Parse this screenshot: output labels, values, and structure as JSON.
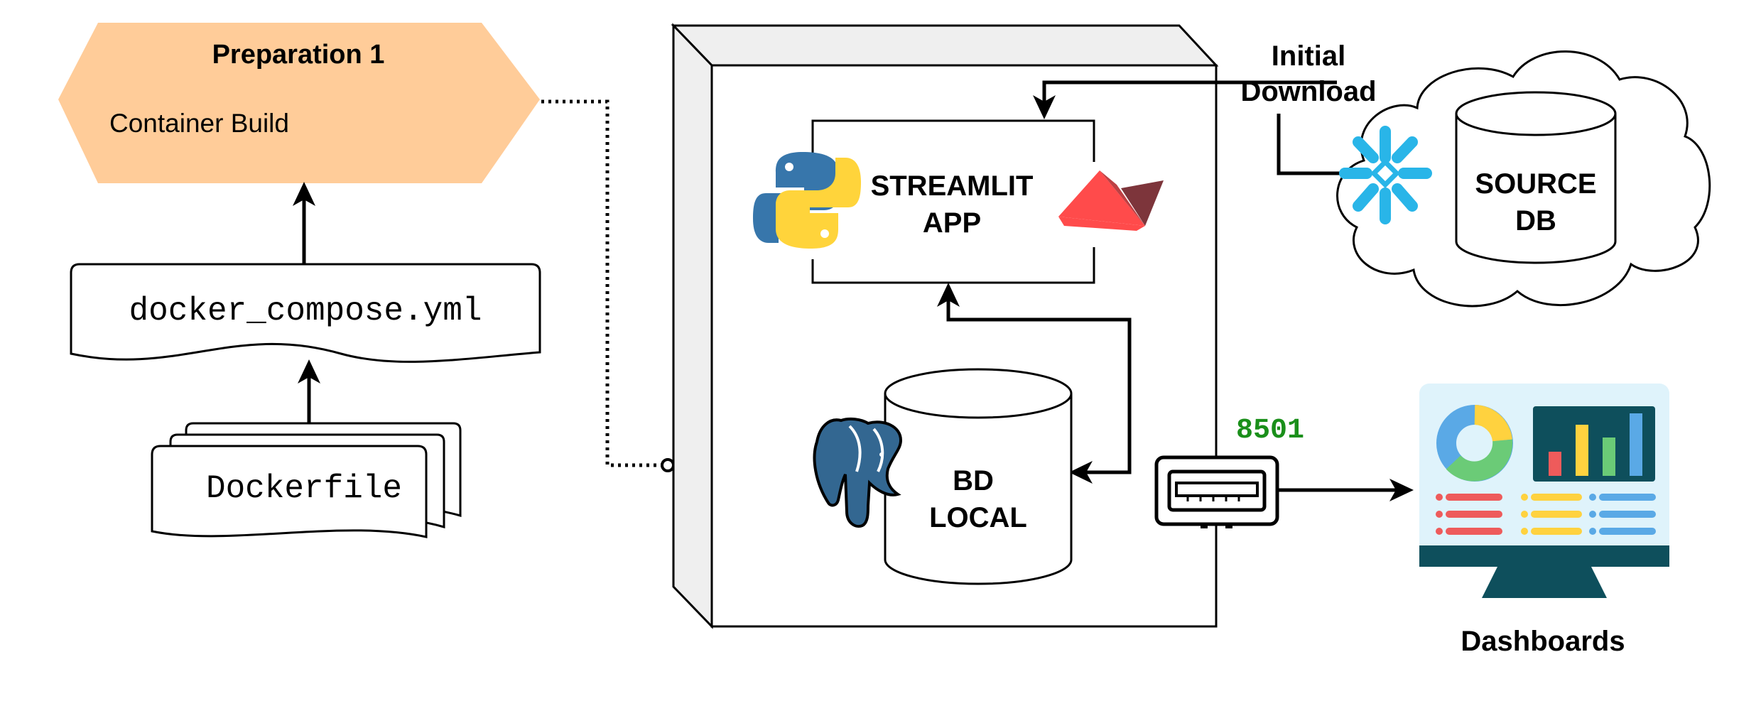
{
  "preparation": {
    "title": "Preparation 1",
    "subtitle": "Container Build"
  },
  "files": {
    "compose": "docker_compose.yml",
    "dockerfile": "Dockerfile"
  },
  "app": {
    "label_line1": "STREAMLIT",
    "label_line2": "APP"
  },
  "local_db": {
    "label_line1": "BD",
    "label_line2": "LOCAL"
  },
  "source_db": {
    "label_line1": "SOURCE",
    "label_line2": "DB"
  },
  "initial_download": {
    "line1": "Initial",
    "line2": "Download"
  },
  "port": {
    "value": "8501"
  },
  "dashboards": {
    "label": "Dashboards"
  },
  "colors": {
    "preparation_fill": "#FFCC99",
    "port_text": "#1a8f1a",
    "snowflake": "#29B5E8",
    "python_blue": "#3776AB",
    "python_yellow": "#FFD43B",
    "streamlit_red": "#FF4B4B",
    "postgres_blue": "#336791",
    "monitor_dark": "#0e4f5c"
  },
  "icons": [
    "python-icon",
    "streamlit-icon",
    "postgres-icon",
    "snowflake-icon",
    "port-icon",
    "dashboard-monitor-icon"
  ]
}
